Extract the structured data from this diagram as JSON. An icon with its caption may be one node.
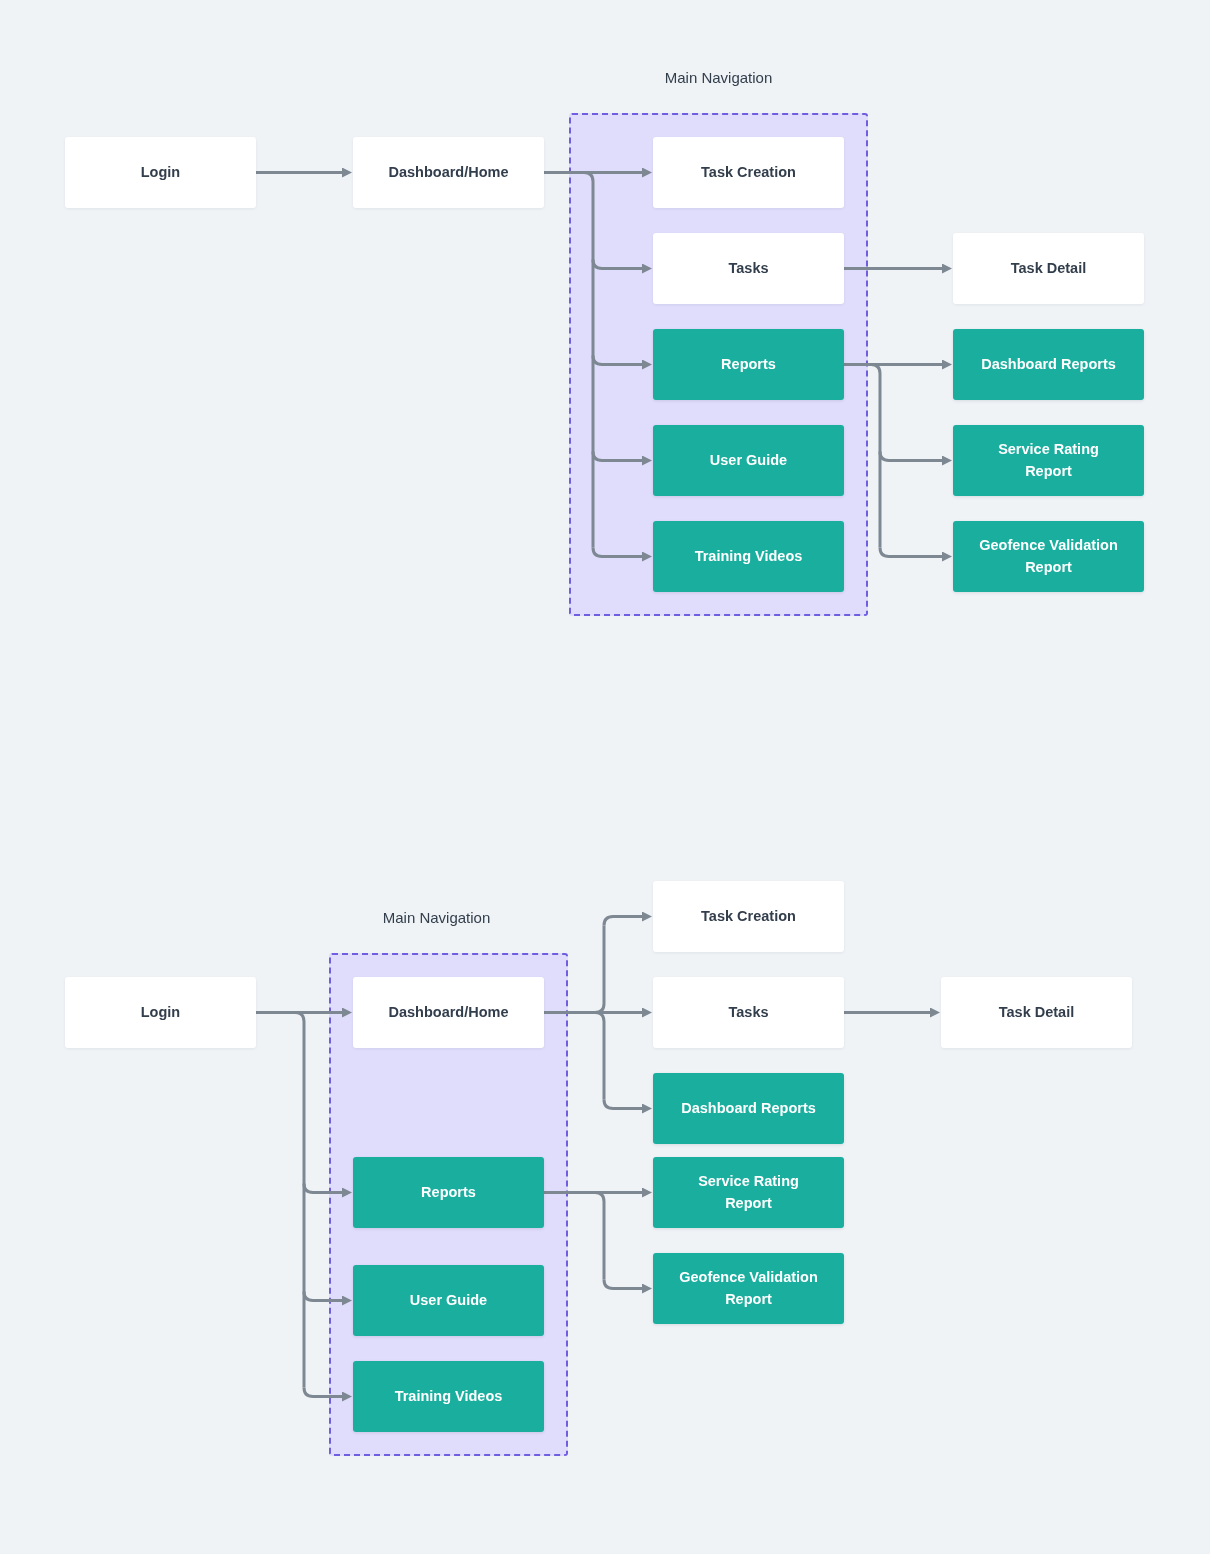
{
  "diagram": {
    "nodes": [
      {
        "text": [
          "Login"
        ]
      },
      {
        "text": [
          "Dashboard/Home"
        ]
      },
      {
        "text": [
          "Main Navigation"
        ]
      },
      {
        "text": [
          "Task Creation"
        ],
        "in": 2
      },
      {
        "text": [
          "Tasks"
        ],
        "in": 2
      },
      {
        "text": [
          "Reports"
        ],
        "in": 2
      },
      {
        "text": [
          "User Guide"
        ],
        "in": 2
      },
      {
        "text": [
          "Training Videos"
        ],
        "in": 2
      },
      {
        "text": [
          "Task Detail"
        ]
      },
      {
        "text": [
          "Dashboard Reports"
        ]
      },
      {
        "text": [
          "Service Rating Report"
        ]
      },
      {
        "text": [
          "Geofence Validation Report"
        ]
      },
      {
        "text": [
          "Login"
        ]
      },
      {
        "text": [
          "Main Navigation"
        ]
      },
      {
        "text": [
          "Dashboard/Home"
        ],
        "in": 13
      },
      {
        "text": [
          "Reports"
        ],
        "in": 13
      },
      {
        "text": [
          "User Guide"
        ],
        "in": 13
      },
      {
        "text": [
          "Training Videos"
        ],
        "in": 13
      },
      {
        "text": [
          "Task Creation"
        ]
      },
      {
        "text": [
          "Tasks"
        ]
      },
      {
        "text": [
          "Task Detail"
        ]
      },
      {
        "text": [
          "Dashboard Reports"
        ]
      },
      {
        "text": [
          "Service Rating Report"
        ]
      },
      {
        "text": [
          "Geofence Validation Report"
        ]
      }
    ],
    "edges": [
      {
        "from": 0,
        "to": 1,
        "arrow": "to"
      },
      {
        "from": 1,
        "to": 3,
        "arrow": "to"
      },
      {
        "from": 1,
        "to": 4,
        "arrow": "to"
      },
      {
        "from": 1,
        "to": 5,
        "arrow": "to"
      },
      {
        "from": 1,
        "to": 6,
        "arrow": "to"
      },
      {
        "from": 1,
        "to": 7,
        "arrow": "to"
      },
      {
        "from": 4,
        "to": 8,
        "arrow": "to"
      },
      {
        "from": 5,
        "to": 9,
        "arrow": "to"
      },
      {
        "from": 5,
        "to": 10,
        "arrow": "to"
      },
      {
        "from": 5,
        "to": 11,
        "arrow": "to"
      },
      {
        "from": 12,
        "to": 14,
        "arrow": "to"
      },
      {
        "from": 12,
        "to": 15,
        "arrow": "to"
      },
      {
        "from": 12,
        "to": 16,
        "arrow": "to"
      },
      {
        "from": 12,
        "to": 17,
        "arrow": "to"
      },
      {
        "from": 14,
        "to": 18,
        "arrow": "to"
      },
      {
        "from": 14,
        "to": 19,
        "arrow": "to"
      },
      {
        "from": 14,
        "to": 21,
        "arrow": "to"
      },
      {
        "from": 19,
        "to": 20,
        "arrow": "to"
      },
      {
        "from": 15,
        "to": 22,
        "arrow": "to"
      },
      {
        "from": 15,
        "to": 23,
        "arrow": "to"
      }
    ]
  }
}
